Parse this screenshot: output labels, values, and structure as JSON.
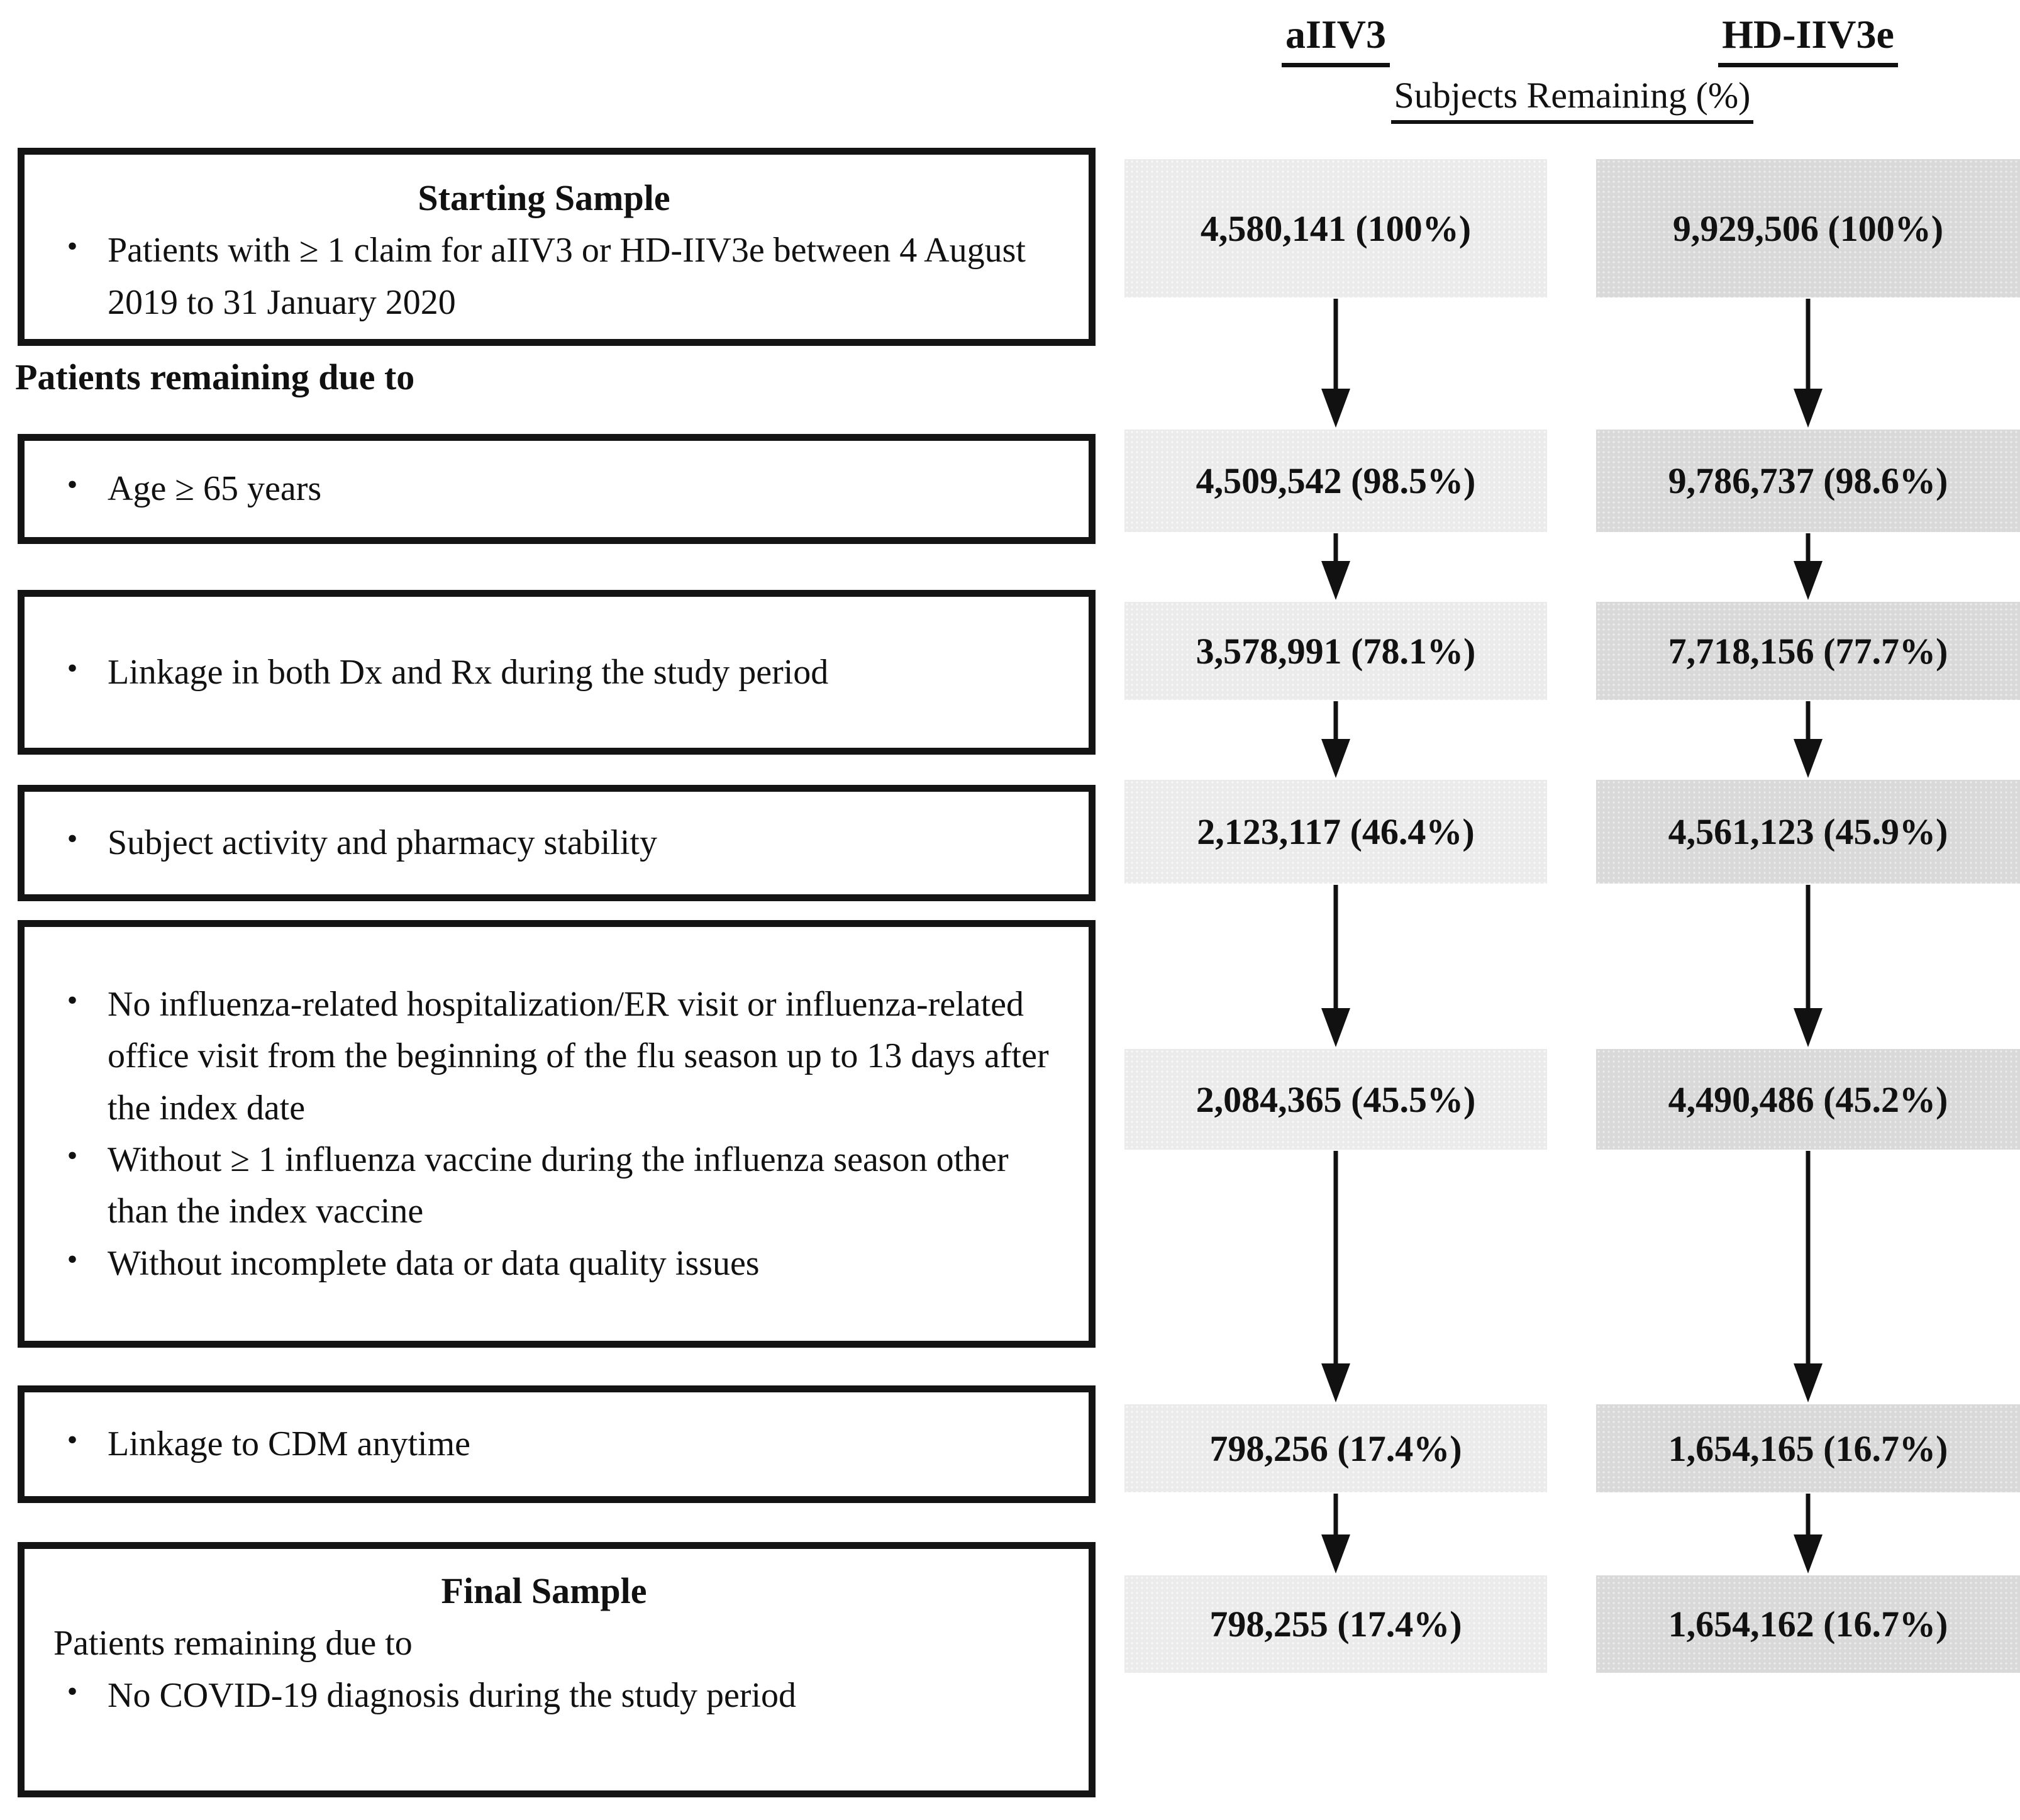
{
  "header": {
    "col1": "aIIV3",
    "col2": "HD-IIV3e",
    "subtitle": "Subjects Remaining (%)"
  },
  "left_label": "Patients remaining due to",
  "glyphs": {
    "bullet": "•"
  },
  "boxes": [
    {
      "name": "starting-sample",
      "title": "Starting Sample",
      "bullets": [
        "Patients with ≥ 1 claim for aIIV3 or HD-IIV3e between 4 August 2019 to 31 January 2020"
      ]
    },
    {
      "name": "age-criterion",
      "bullets": [
        "Age ≥ 65 years"
      ]
    },
    {
      "name": "linkage-dx-rx",
      "bullets": [
        "Linkage in both Dx and Rx during the study period"
      ]
    },
    {
      "name": "subject-activity",
      "bullets": [
        "Subject activity and pharmacy stability"
      ]
    },
    {
      "name": "influenza-exclusions",
      "bullets": [
        "No influenza-related hospitalization/ER visit or influenza-related office visit from the beginning of the flu season up to 13 days after the index date",
        "Without ≥ 1 influenza vaccine during the influenza season other than the index vaccine",
        "Without incomplete data or data quality issues"
      ]
    },
    {
      "name": "linkage-cdm",
      "bullets": [
        "Linkage to CDM anytime"
      ]
    },
    {
      "name": "final-sample",
      "title": "Final Sample",
      "pre_bullet_text": "Patients remaining due to",
      "bullets": [
        "No COVID-19 diagnosis during the study period"
      ]
    }
  ],
  "values": {
    "aiiv3": [
      "4,580,141 (100%)",
      "4,509,542 (98.5%)",
      "3,578,991 (78.1%)",
      "2,123,117 (46.4%)",
      "2,084,365 (45.5%)",
      "798,256 (17.4%)",
      "798,255 (17.4%)"
    ],
    "hdiiv3e": [
      "9,929,506 (100%)",
      "9,786,737 (98.6%)",
      "7,718,156 (77.7%)",
      "4,561,123 (45.9%)",
      "4,490,486 (45.2%)",
      "1,654,165 (16.7%)",
      "1,654,162 (16.7%)"
    ]
  },
  "colors": {
    "aiiv3_box_fill": "#ebebeb",
    "hdiiv3e_box_fill": "#d9d9d9",
    "border": "#141414",
    "text": "#111111"
  }
}
